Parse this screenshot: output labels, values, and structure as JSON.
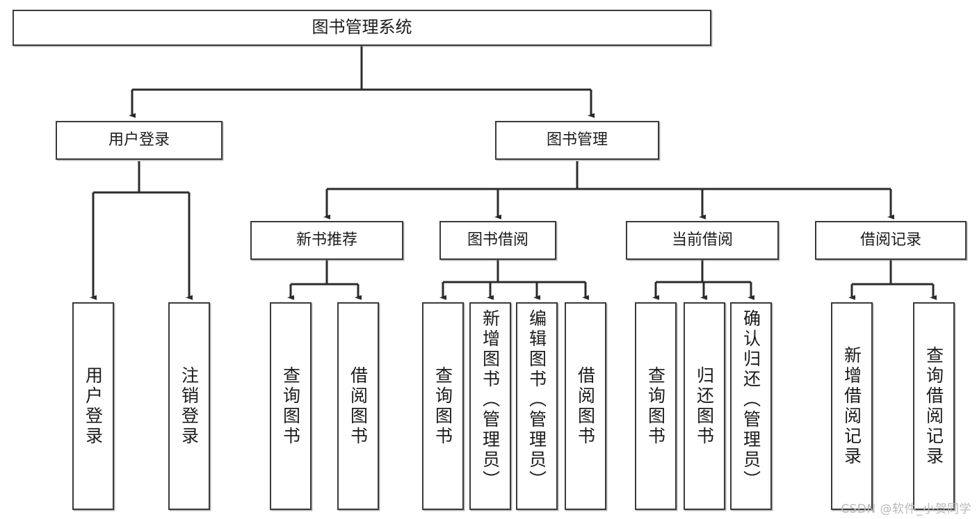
{
  "diagram": {
    "title": "图书管理系统",
    "root": {
      "label": "图书管理系统"
    },
    "level1": [
      {
        "label": "用户登录"
      },
      {
        "label": "图书管理"
      }
    ],
    "level2": [
      {
        "label": "新书推荐"
      },
      {
        "label": "图书借阅"
      },
      {
        "label": "当前借阅"
      },
      {
        "label": "借阅记录"
      }
    ],
    "leaves": [
      {
        "label": "用户登录"
      },
      {
        "label": "注销登录"
      },
      {
        "label": "查询图书"
      },
      {
        "label": "借阅图书"
      },
      {
        "label": "查询图书"
      },
      {
        "label": "新增图书（管理员）"
      },
      {
        "label": "编辑图书（管理员）"
      },
      {
        "label": "借阅图书"
      },
      {
        "label": "查询图书"
      },
      {
        "label": "归还图书"
      },
      {
        "label": "确认归还（管理员）"
      },
      {
        "label": "新增借阅记录"
      },
      {
        "label": "查询借阅记录"
      }
    ]
  },
  "watermark": {
    "text": "CSDN @软件_小贺同学"
  },
  "colors": {
    "box_border": "#3a3a3a",
    "box_fill": "#ffffff",
    "connector": "#2b2b2b",
    "text": "#1b1b1b",
    "watermark": "#b9b9b9"
  }
}
